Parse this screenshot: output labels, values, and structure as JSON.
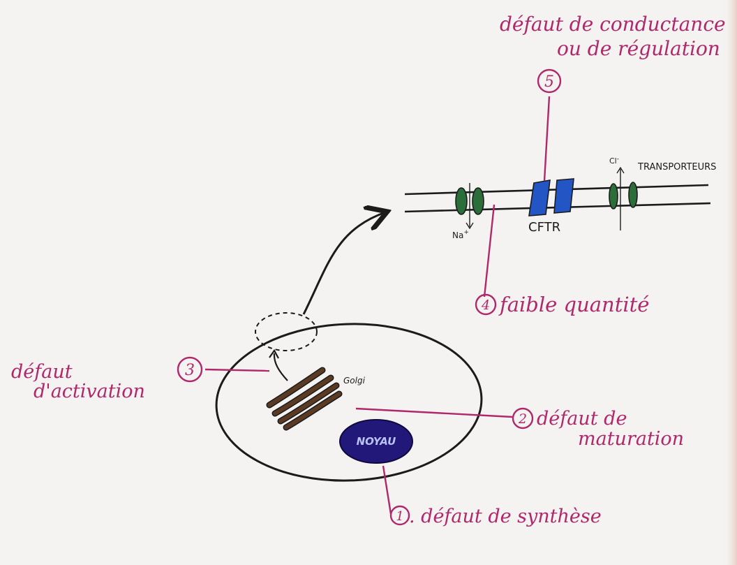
{
  "labels": {
    "conductance_line1": "défaut de conductance",
    "conductance_line2": "ou de régulation",
    "transporteurs": "TRANSPORTEURS",
    "cftr": "CFTR",
    "na": "Na",
    "na_sup": "+",
    "cl": "Cl",
    "cl_sup": "-",
    "faible_quantite": "faible quantité",
    "golgi": "Golgi",
    "noyau": "NOYAU",
    "activation_line1": "défaut",
    "activation_line2": "d'activation",
    "maturation_line1": "défaut de",
    "maturation_line2": "maturation",
    "synthese": ". défaut de synthèse"
  },
  "steps": {
    "s1": "1",
    "s2": "2",
    "s3": "3",
    "s4": "4",
    "s5": "5"
  },
  "colors": {
    "annotation": "#b0286a",
    "ink": "#1b1b1b",
    "cftr_blue": "#2356c4",
    "channel_green": "#2c6e3a",
    "nucleus": "#22187a",
    "golgi": "#5a3a22"
  }
}
